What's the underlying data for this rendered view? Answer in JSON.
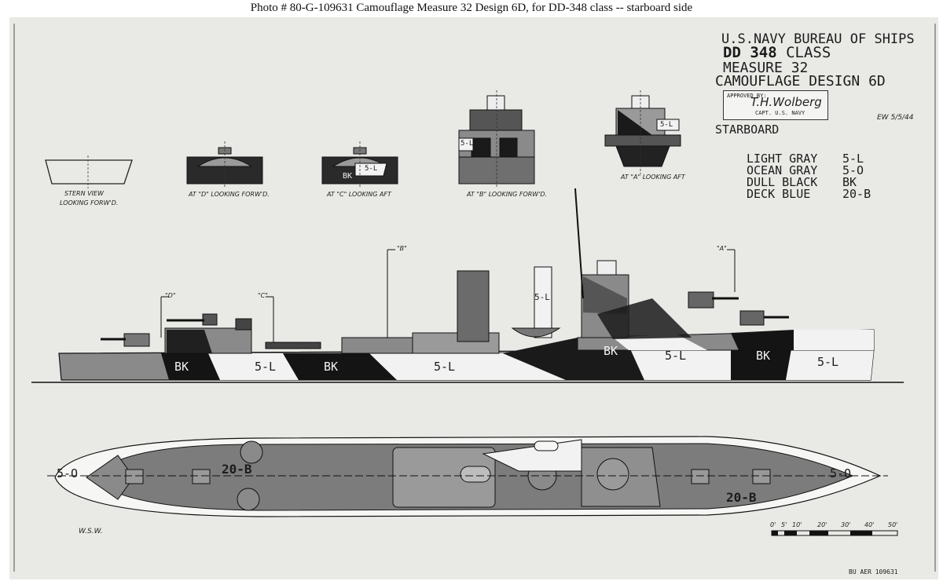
{
  "caption": "Photo # 80-G-109631 Camouflage Measure 32 Design 6D, for DD-348 class -- starboard side",
  "title_block": {
    "line1": "U.S.NAVY BUREAU OF SHIPS",
    "line2_bold": "DD 348",
    "line2_rest": "CLASS",
    "line3": "MEASURE 32",
    "line4": "CAMOUFLAGE DESIGN 6D",
    "approved_by": "APPROVED BY:",
    "approved_sig": "T.H.Wolberg",
    "approved_rank": "CAPT. U.S. NAVY",
    "drawn_initials": "EW 5/5/44"
  },
  "side_label": "STARBOARD",
  "legend": [
    {
      "name": "LIGHT GRAY",
      "code": "5-L",
      "color": "#f2f2f2"
    },
    {
      "name": "OCEAN GRAY",
      "code": "5-O",
      "color": "#8a8a8a"
    },
    {
      "name": "DULL BLACK",
      "code": "BK",
      "color": "#141414"
    },
    {
      "name": "DECK BLUE",
      "code": "20-B",
      "color": "#7a7a7a"
    }
  ],
  "views": {
    "stern": "STERN VIEW LOOKING FORW'D.",
    "stern_line1": "STERN VIEW",
    "stern_line2": "LOOKING FORW'D.",
    "d": "AT \"D\" LOOKING FORW'D.",
    "c": "AT \"C\" LOOKING AFT",
    "b": "AT \"B\" LOOKING FORW'D.",
    "a": "AT \"A\" LOOKING AFT"
  },
  "section_markers": {
    "a": "\"A\"",
    "b": "\"B\"",
    "c": "\"C\"",
    "d": "\"D\""
  },
  "hull_labels": [
    "BK",
    "5-L",
    "BK",
    "5-L",
    "BK",
    "5-L",
    "BK",
    "5-L"
  ],
  "funnel_label": "5-L",
  "profile_small_labels": {
    "bk": "BK",
    "l1": "5-L",
    "l2": "5-L",
    "l3": "5-L"
  },
  "plan_labels": {
    "bow_5o": "5-O",
    "stern_5o": "5-O",
    "deck_fwd": "20-B",
    "deck_aft": "20-B"
  },
  "scale_ticks": [
    "0'",
    "5'",
    "10'",
    "20'",
    "30'",
    "40'",
    "50'"
  ],
  "draftsman": "W.S.W.",
  "negative_no": "BU AER 109631",
  "colors": {
    "light_gray": "#f2f2f2",
    "ocean_gray": "#8a8a8a",
    "dull_black": "#141414",
    "deck_blue": "#7a7a7a"
  }
}
